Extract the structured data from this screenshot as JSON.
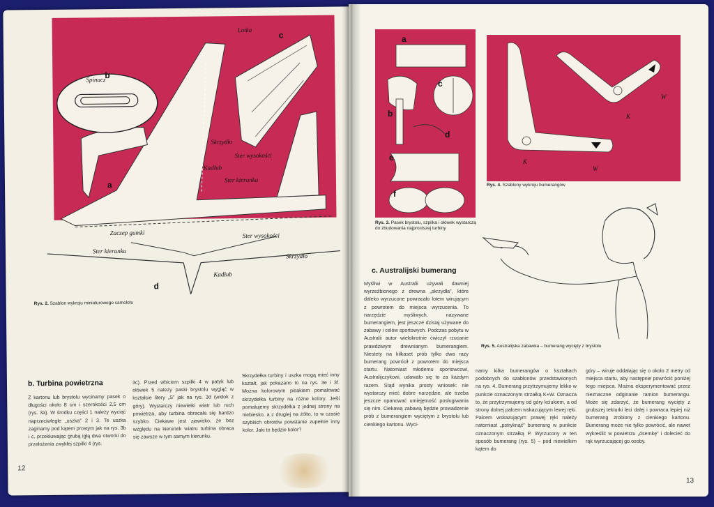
{
  "left_page": {
    "figure": {
      "labels": {
        "a": "a",
        "b": "b",
        "c": "c",
        "d": "d",
        "spinacz": "Spinacz",
        "lotka": "Lotka",
        "skrzydlo": "Skrzydło",
        "ster_wysokosci": "Ster wysokości",
        "kadlub": "Kadłub",
        "ster_kierunku": "Ster kierunku",
        "zaczep_gumki": "Zaczep gumki"
      },
      "caption_label": "Rys. 2.",
      "caption_text": "Szablon wykroju miniaturowego samolotu",
      "colors": {
        "accent": "#c72a55"
      }
    },
    "section_heading": "b. Turbina powietrzna",
    "columns": [
      "Z kartonu lub brystolu wycinamy pasek o długości około 8 cm i szerokości 2,5 cm (rys. 3a). W środku części 1 należy wyciąć naprzeciwległe „uszka” 2 i 3. Te uszka zaginamy pod kątem prostym jak na rys. 3b i c, przekłuwając grubą igłą dwa otworki do przełożenia zwykłej szpilki 4 (rys.",
      "3c). Przed wbiciem szpilki 4 w patyk lub ołówek 5 należy paski brystolu wygiąć w kształcie litery „S” jak na rys. 3d (widok z góry). Wystarczy niewielki wiatr lub ruch powietrza, aby turbina obracała się bardzo szybko. Ciekawe jest zjawisko, że bez względu na kierunek wiatru turbina obraca się zawsze w tym samym kierunku.",
      "Skrzydełka turbiny i uszka mogą mieć inny kształt, jak pokazano to na rys. 3e i 3f. Można kolorowym pisakiem pomalować skrzydełka turbiny na różne kolory. Jeśli pomalujemy skrzydełka z jednej strony na niebiesko, a z drugiej na żółto, to w czasie szybkich obrotów powstanie zupełnie inny kolor. Jaki to będzie kolor?"
    ],
    "page_number": "12"
  },
  "right_page": {
    "fig3": {
      "labels": {
        "a": "a",
        "b": "b",
        "c": "c",
        "d": "d",
        "e": "e",
        "f": "f"
      },
      "caption_label": "Rys. 3.",
      "caption_text": "Pasek brystolu, szpilka i ołówek wystarczą do zbudowania najprostszej turbiny"
    },
    "fig4": {
      "labels": {
        "k": "K",
        "w": "W"
      },
      "caption_label": "Rys. 4.",
      "caption_text": "Szablony wykroju bumerangów"
    },
    "fig5": {
      "caption_label": "Rys. 5.",
      "caption_text": "Australijska zabawka – bumerang wycięty z brystolu"
    },
    "section_heading": "c. Australijski bumerang",
    "columns": [
      "Myśliwi w Australii używali dawniej wyrzeźbionego z drewna „skrzydła”, które daleko wyrzucone powracało lotem wirującym z powrotem do miejsca wyrzucenia. To narzędzie myśliwych, nazywane bumerangiem, jest jeszcze dzisiaj używane do zabawy i celów sportowych. Podczas pobytu w Australii autor wielokrotnie ćwiczył rzucanie prawdziwym drewnianym bumerangiem. Niestety na kilkaset prób tylko dwa razy bumerang powrócił z powrotem do miejsca startu. Natomiast młodemu sportowcowi, Australijczykowi, udawało się to za każdym razem. Stąd wynika prosty wniosek: nie wystarczy mieć dobre narzędzie, ale trzeba jeszcze opanować umiejętność posługiwania się nim. Ciekawą zabawą będzie prowadzenie prób z bumerangiem wyciętym z brystolu lub cienkiego kartonu. Wyci-",
      "namy kilka bumerangów o kształtach podobnych do szablonów przedstawionych na rys. 4. Bumerang przytrzymujemy lekko w punkcie oznaczonym strzałką K+W. Oznacza to, że przytrzymujemy od góry kciukiem, a od strony dolnej palcem wskazującym lewej ręki. Palcem wskazującym prawej ręki należy natomiast „pstryknąć” bumerang w punkcie oznaczonym strzałką P. Wyrzucony w ten sposób bumerang (rys. 5) – pod niewielkim kątem do",
      "góry – wiruje oddalając się o około 2 metry od miejsca startu, aby następnie powrócić poniżej tego miejsca. Można eksperymentować przez nieznaczne odginanie ramion bumerangu. Może się zdarzyć, że bumerang wycięty z grubszej tekturki leci dalej i powraca lepiej niż bumerang zrobiony z cienkiego kartonu. Bumerang może nie tylko powrócić, ale nawet wykreślić w powietrzu „ósemkę” i dolecieć do rąk wyrzucającej go osoby."
    ],
    "page_number": "13"
  }
}
